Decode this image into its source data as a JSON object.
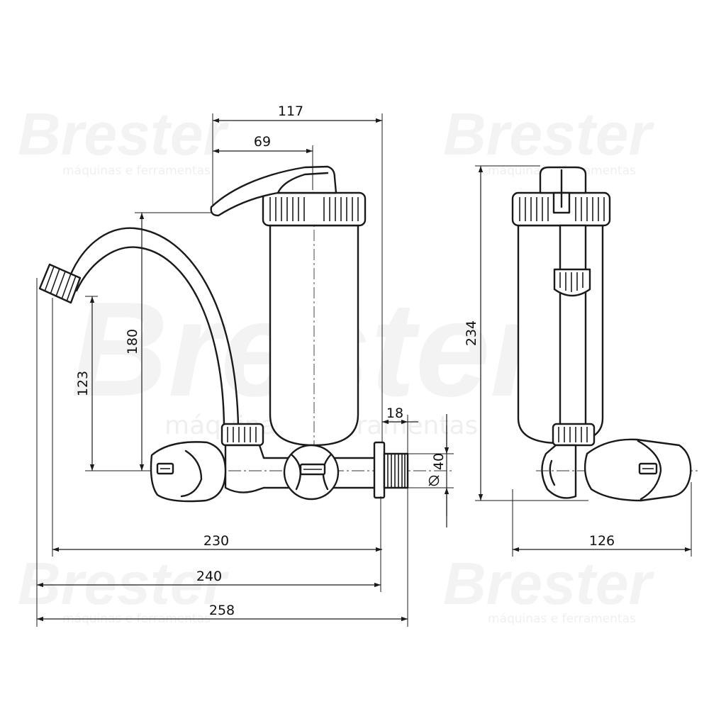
{
  "watermark": {
    "brand": "Brester",
    "tagline": "máquinas e ferramentas"
  },
  "dimensions": {
    "spout_to_lever_width": "117",
    "lever_offset": "69",
    "spout_height": "180",
    "outlet_height": "123",
    "connector_length": "18",
    "connector_diameter": "40",
    "total_height": "234",
    "width_230": "230",
    "width_240": "240",
    "width_258": "258",
    "side_depth": "126"
  },
  "icons": {
    "front_view": "filter-faucet-front-view",
    "side_view": "filter-faucet-side-view",
    "handle_logo": "brand-logo-emblem"
  }
}
